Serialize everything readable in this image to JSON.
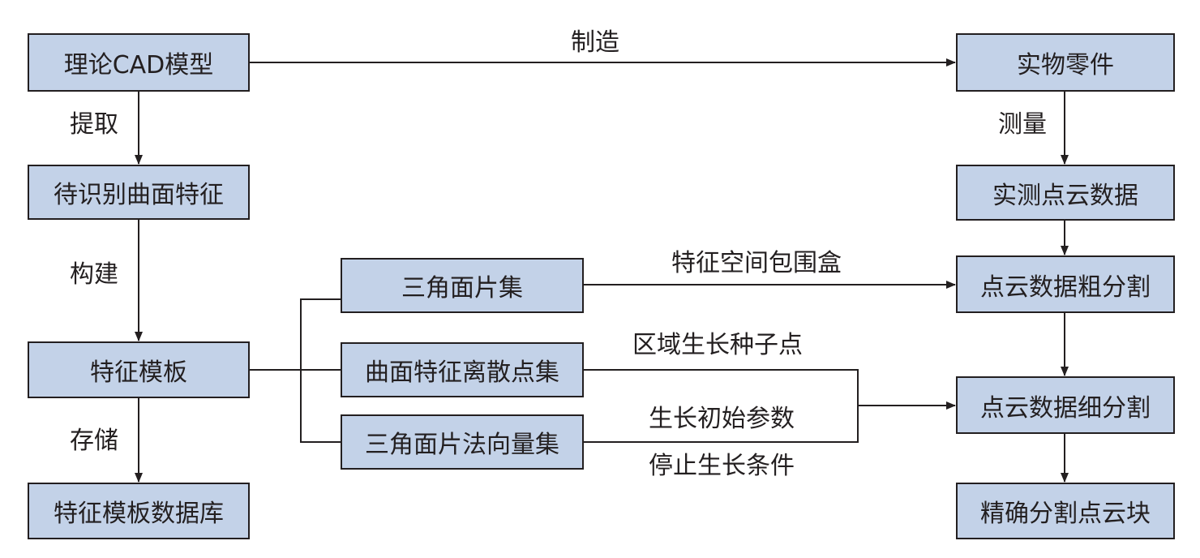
{
  "colors": {
    "box_fill": "#c3d2e8",
    "stroke": "#231f20",
    "background": "#ffffff"
  },
  "nodes": {
    "cad_model": "理论CAD模型",
    "surface_features": "待识别曲面特征",
    "feature_template": "特征模板",
    "template_database": "特征模板数据库",
    "triangle_set": "三角面片集",
    "discrete_points": "曲面特征离散点集",
    "normal_set": "三角面片法向量集",
    "physical_part": "实物零件",
    "point_cloud": "实测点云数据",
    "coarse_seg": "点云数据粗分割",
    "fine_seg": "点云数据细分割",
    "result": "精确分割点云块"
  },
  "edges": {
    "manufacture": "制造",
    "extract": "提取",
    "build": "构建",
    "store": "存储",
    "measure": "测量",
    "bounding_box": "特征空间包围盒",
    "seed_points": "区域生长种子点",
    "growth_params": "生长初始参数",
    "stop_condition": "停止生长条件"
  }
}
